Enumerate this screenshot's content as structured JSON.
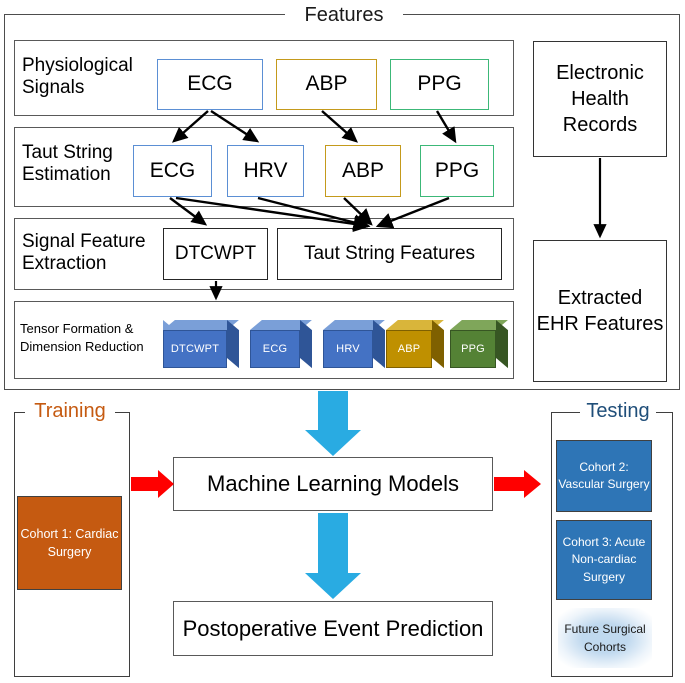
{
  "features": {
    "legend": "Features",
    "rows": [
      {
        "label": "Physiological Signals",
        "boxes": [
          {
            "text": "ECG",
            "color": "#5b8fd4"
          },
          {
            "text": "ABP",
            "color": "#c49a1b"
          },
          {
            "text": "PPG",
            "color": "#3cb878"
          }
        ]
      },
      {
        "label": "Taut String Estimation",
        "boxes": [
          {
            "text": "ECG",
            "color": "#5b8fd4"
          },
          {
            "text": "HRV",
            "color": "#5b8fd4"
          },
          {
            "text": "ABP",
            "color": "#c49a1b"
          },
          {
            "text": "PPG",
            "color": "#3cb878"
          }
        ]
      },
      {
        "label": "Signal Feature Extraction",
        "boxes": [
          {
            "text": "DTCWPT",
            "color": "#262626"
          },
          {
            "text": "Taut String Features",
            "color": "#262626"
          }
        ]
      },
      {
        "label": "Tensor Formation & Dimension Reduction",
        "cubes": [
          {
            "text": "DTCWPT",
            "color": "#4472c4"
          },
          {
            "text": "ECG",
            "color": "#4472c4"
          },
          {
            "text": "HRV",
            "color": "#4472c4"
          },
          {
            "text": "ABP",
            "color": "#bf9000"
          },
          {
            "text": "PPG",
            "color": "#548235"
          }
        ]
      }
    ]
  },
  "ehr": {
    "records_box": "Electronic Health Records",
    "extracted_box": "Extracted EHR Features"
  },
  "training": {
    "legend": "Training",
    "legend_color": "#c55a11",
    "cohort": "Cohort 1: Cardiac Surgery",
    "cohort_color": "#c55a11"
  },
  "testing": {
    "legend": "Testing",
    "legend_color": "#1f4e79",
    "cohorts": [
      {
        "text": "Cohort 2: Vascular Surgery",
        "color": "#2e75b6"
      },
      {
        "text": "Cohort 3: Acute Non-cardiac Surgery",
        "color": "#2e75b6"
      }
    ],
    "future": "Future Surgical Cohorts"
  },
  "center": {
    "ml_models": "Machine Learning Models",
    "postoperative": "Postoperative Event Prediction"
  },
  "colors": {
    "cyan_arrow": "#29abe2",
    "red_arrow": "#ff0000",
    "black_arrow": "#000000"
  }
}
